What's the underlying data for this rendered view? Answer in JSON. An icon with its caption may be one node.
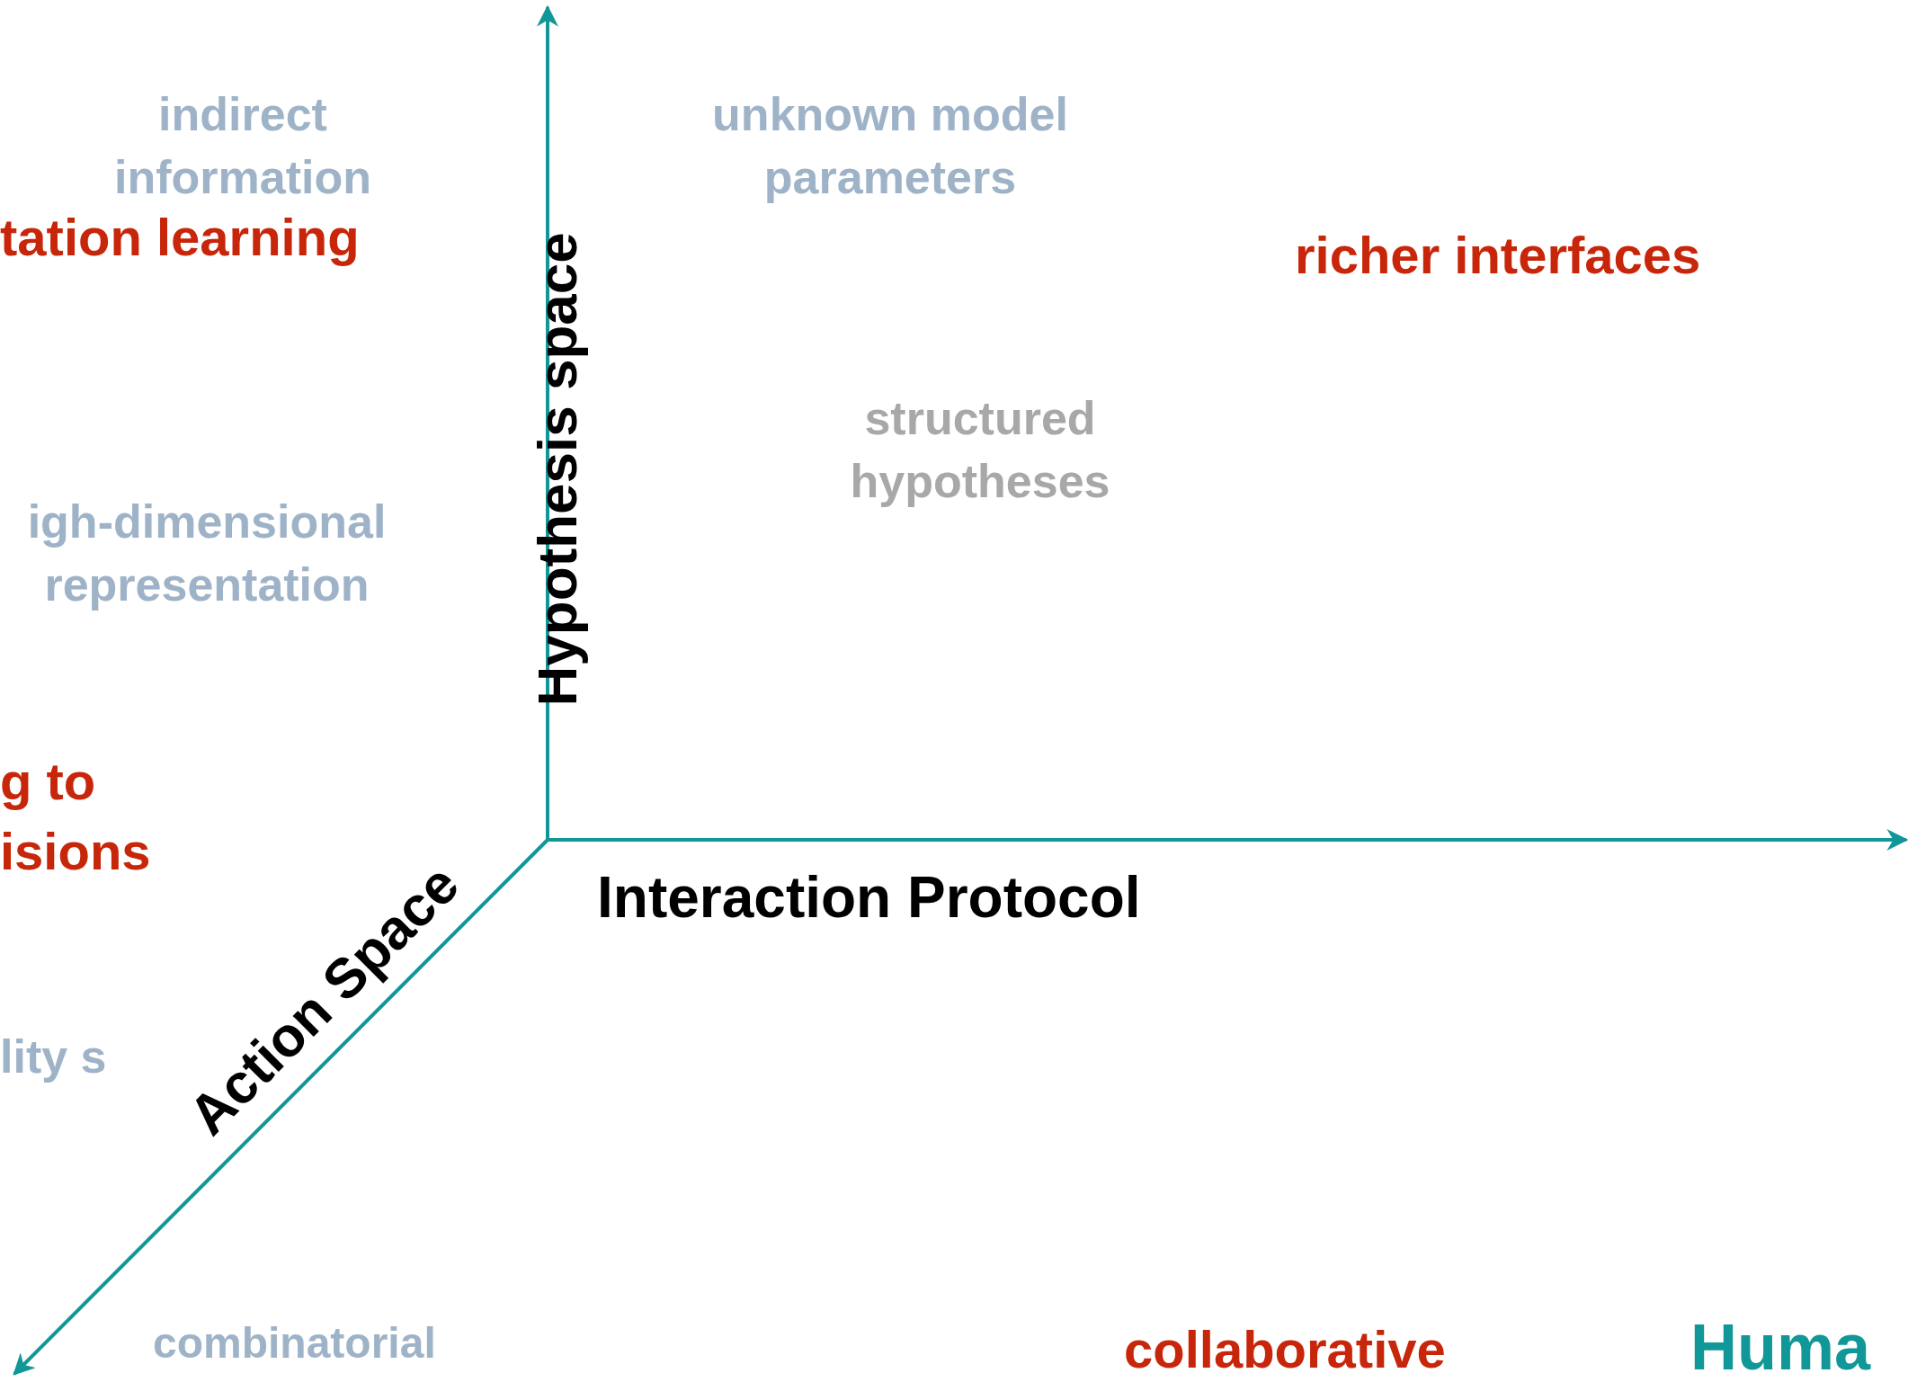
{
  "diagram": {
    "labels": [
      "indirect information",
      "unknown model parameters",
      "tation learning",
      "richer interfaces",
      "Hypothesis space",
      "structured hypotheses",
      "igh-dimensional representation",
      "g to isions",
      "Interaction Protocol",
      "Action Space",
      "lity s",
      "combinatorial",
      "collaborative",
      "Huma"
    ]
  }
}
